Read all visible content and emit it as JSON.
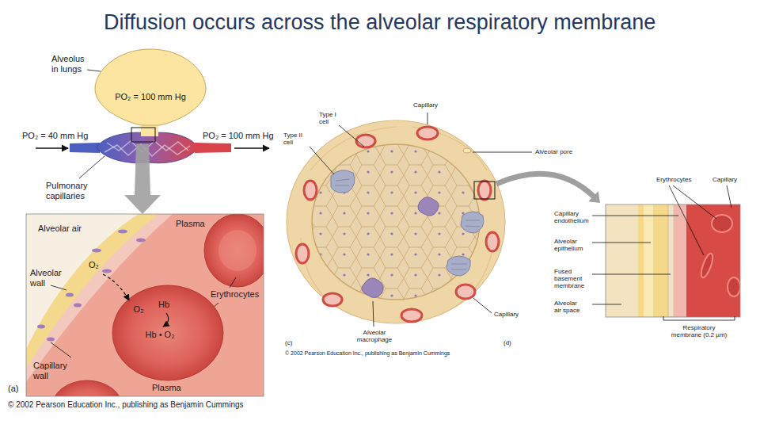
{
  "diagram": {
    "title": "Diffusion occurs across the alveolar respiratory membrane",
    "nodes": [
      {
        "text": [
          "PO₂ = 100 mm Hg"
        ]
      },
      {
        "text": [
          "O₂",
          "Hb",
          "Hb • O₂"
        ]
      }
    ],
    "labels": [
      "Alveolus in lungs",
      "PO₂ = 40 mm Hg",
      "PO₂ = 100 mm Hg",
      "Pulmonary capillaries",
      "Alveolar air",
      "Plasma",
      "O₂",
      "Alveolar wall",
      "Erythrocytes",
      "Capillary wall",
      "Plasma",
      "(a)",
      "© 2002 Pearson Education Inc., publishing as Benjamin Cummings",
      "Capillary",
      "Type I cell",
      "Type II cell",
      "Alveolar pore",
      "Capillary",
      "Alveolar macrophage",
      "(c)",
      "(d)",
      "© 2002 Pearson Education Inc., publishing as Benjamin Cummings",
      "Erythrocytes",
      "Capillary",
      "Capillary endothelium",
      "Alveolar epithelium",
      "Fused basement membrane",
      "Alveolar air space",
      "Respiratory membrane (0.2 µm)"
    ]
  }
}
